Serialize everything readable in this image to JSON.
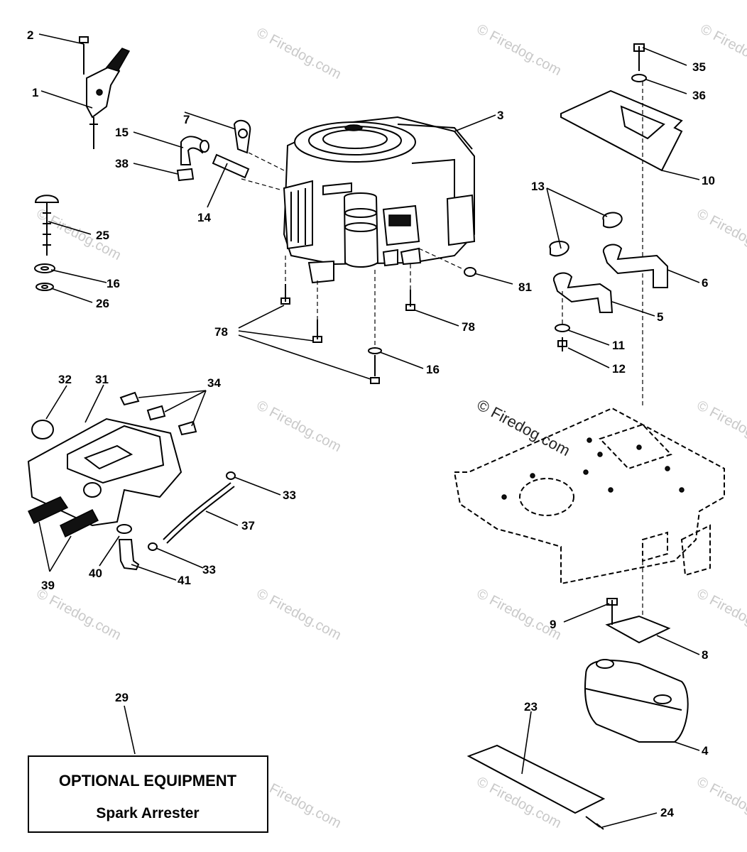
{
  "watermark": {
    "text": "© Firedog.com"
  },
  "optional_box": {
    "title": "OPTIONAL EQUIPMENT",
    "subtitle": "Spark Arrester",
    "callout": "29"
  },
  "callouts": [
    {
      "id": "c1",
      "label": "1"
    },
    {
      "id": "c2",
      "label": "2"
    },
    {
      "id": "c3",
      "label": "3"
    },
    {
      "id": "c4",
      "label": "4"
    },
    {
      "id": "c5",
      "label": "5"
    },
    {
      "id": "c6",
      "label": "6"
    },
    {
      "id": "c7",
      "label": "7"
    },
    {
      "id": "c8",
      "label": "8"
    },
    {
      "id": "c9",
      "label": "9"
    },
    {
      "id": "c10",
      "label": "10"
    },
    {
      "id": "c11",
      "label": "11"
    },
    {
      "id": "c12",
      "label": "12"
    },
    {
      "id": "c13",
      "label": "13"
    },
    {
      "id": "c14",
      "label": "14"
    },
    {
      "id": "c15",
      "label": "15"
    },
    {
      "id": "c16a",
      "label": "16"
    },
    {
      "id": "c16b",
      "label": "16"
    },
    {
      "id": "c23",
      "label": "23"
    },
    {
      "id": "c24",
      "label": "24"
    },
    {
      "id": "c25",
      "label": "25"
    },
    {
      "id": "c26",
      "label": "26"
    },
    {
      "id": "c31",
      "label": "31"
    },
    {
      "id": "c32",
      "label": "32"
    },
    {
      "id": "c33a",
      "label": "33"
    },
    {
      "id": "c33b",
      "label": "33"
    },
    {
      "id": "c34",
      "label": "34"
    },
    {
      "id": "c35",
      "label": "35"
    },
    {
      "id": "c36",
      "label": "36"
    },
    {
      "id": "c37",
      "label": "37"
    },
    {
      "id": "c38",
      "label": "38"
    },
    {
      "id": "c39",
      "label": "39"
    },
    {
      "id": "c40",
      "label": "40"
    },
    {
      "id": "c41",
      "label": "41"
    },
    {
      "id": "c78a",
      "label": "78"
    },
    {
      "id": "c78b",
      "label": "78"
    },
    {
      "id": "c81",
      "label": "81"
    }
  ]
}
